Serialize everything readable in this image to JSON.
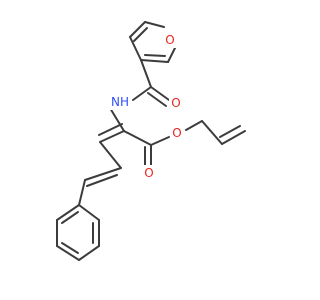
{
  "molecule": {
    "atoms": {
      "furan_o": "O",
      "amide_o": "O",
      "amide_n": "NH",
      "ester_o_carbonyl": "O",
      "ester_o_link": "O"
    },
    "colors": {
      "bond": "#3c3c3c",
      "oxygen": "#e8261e",
      "nitrogen": "#3050f8",
      "background": "#ffffff"
    }
  }
}
